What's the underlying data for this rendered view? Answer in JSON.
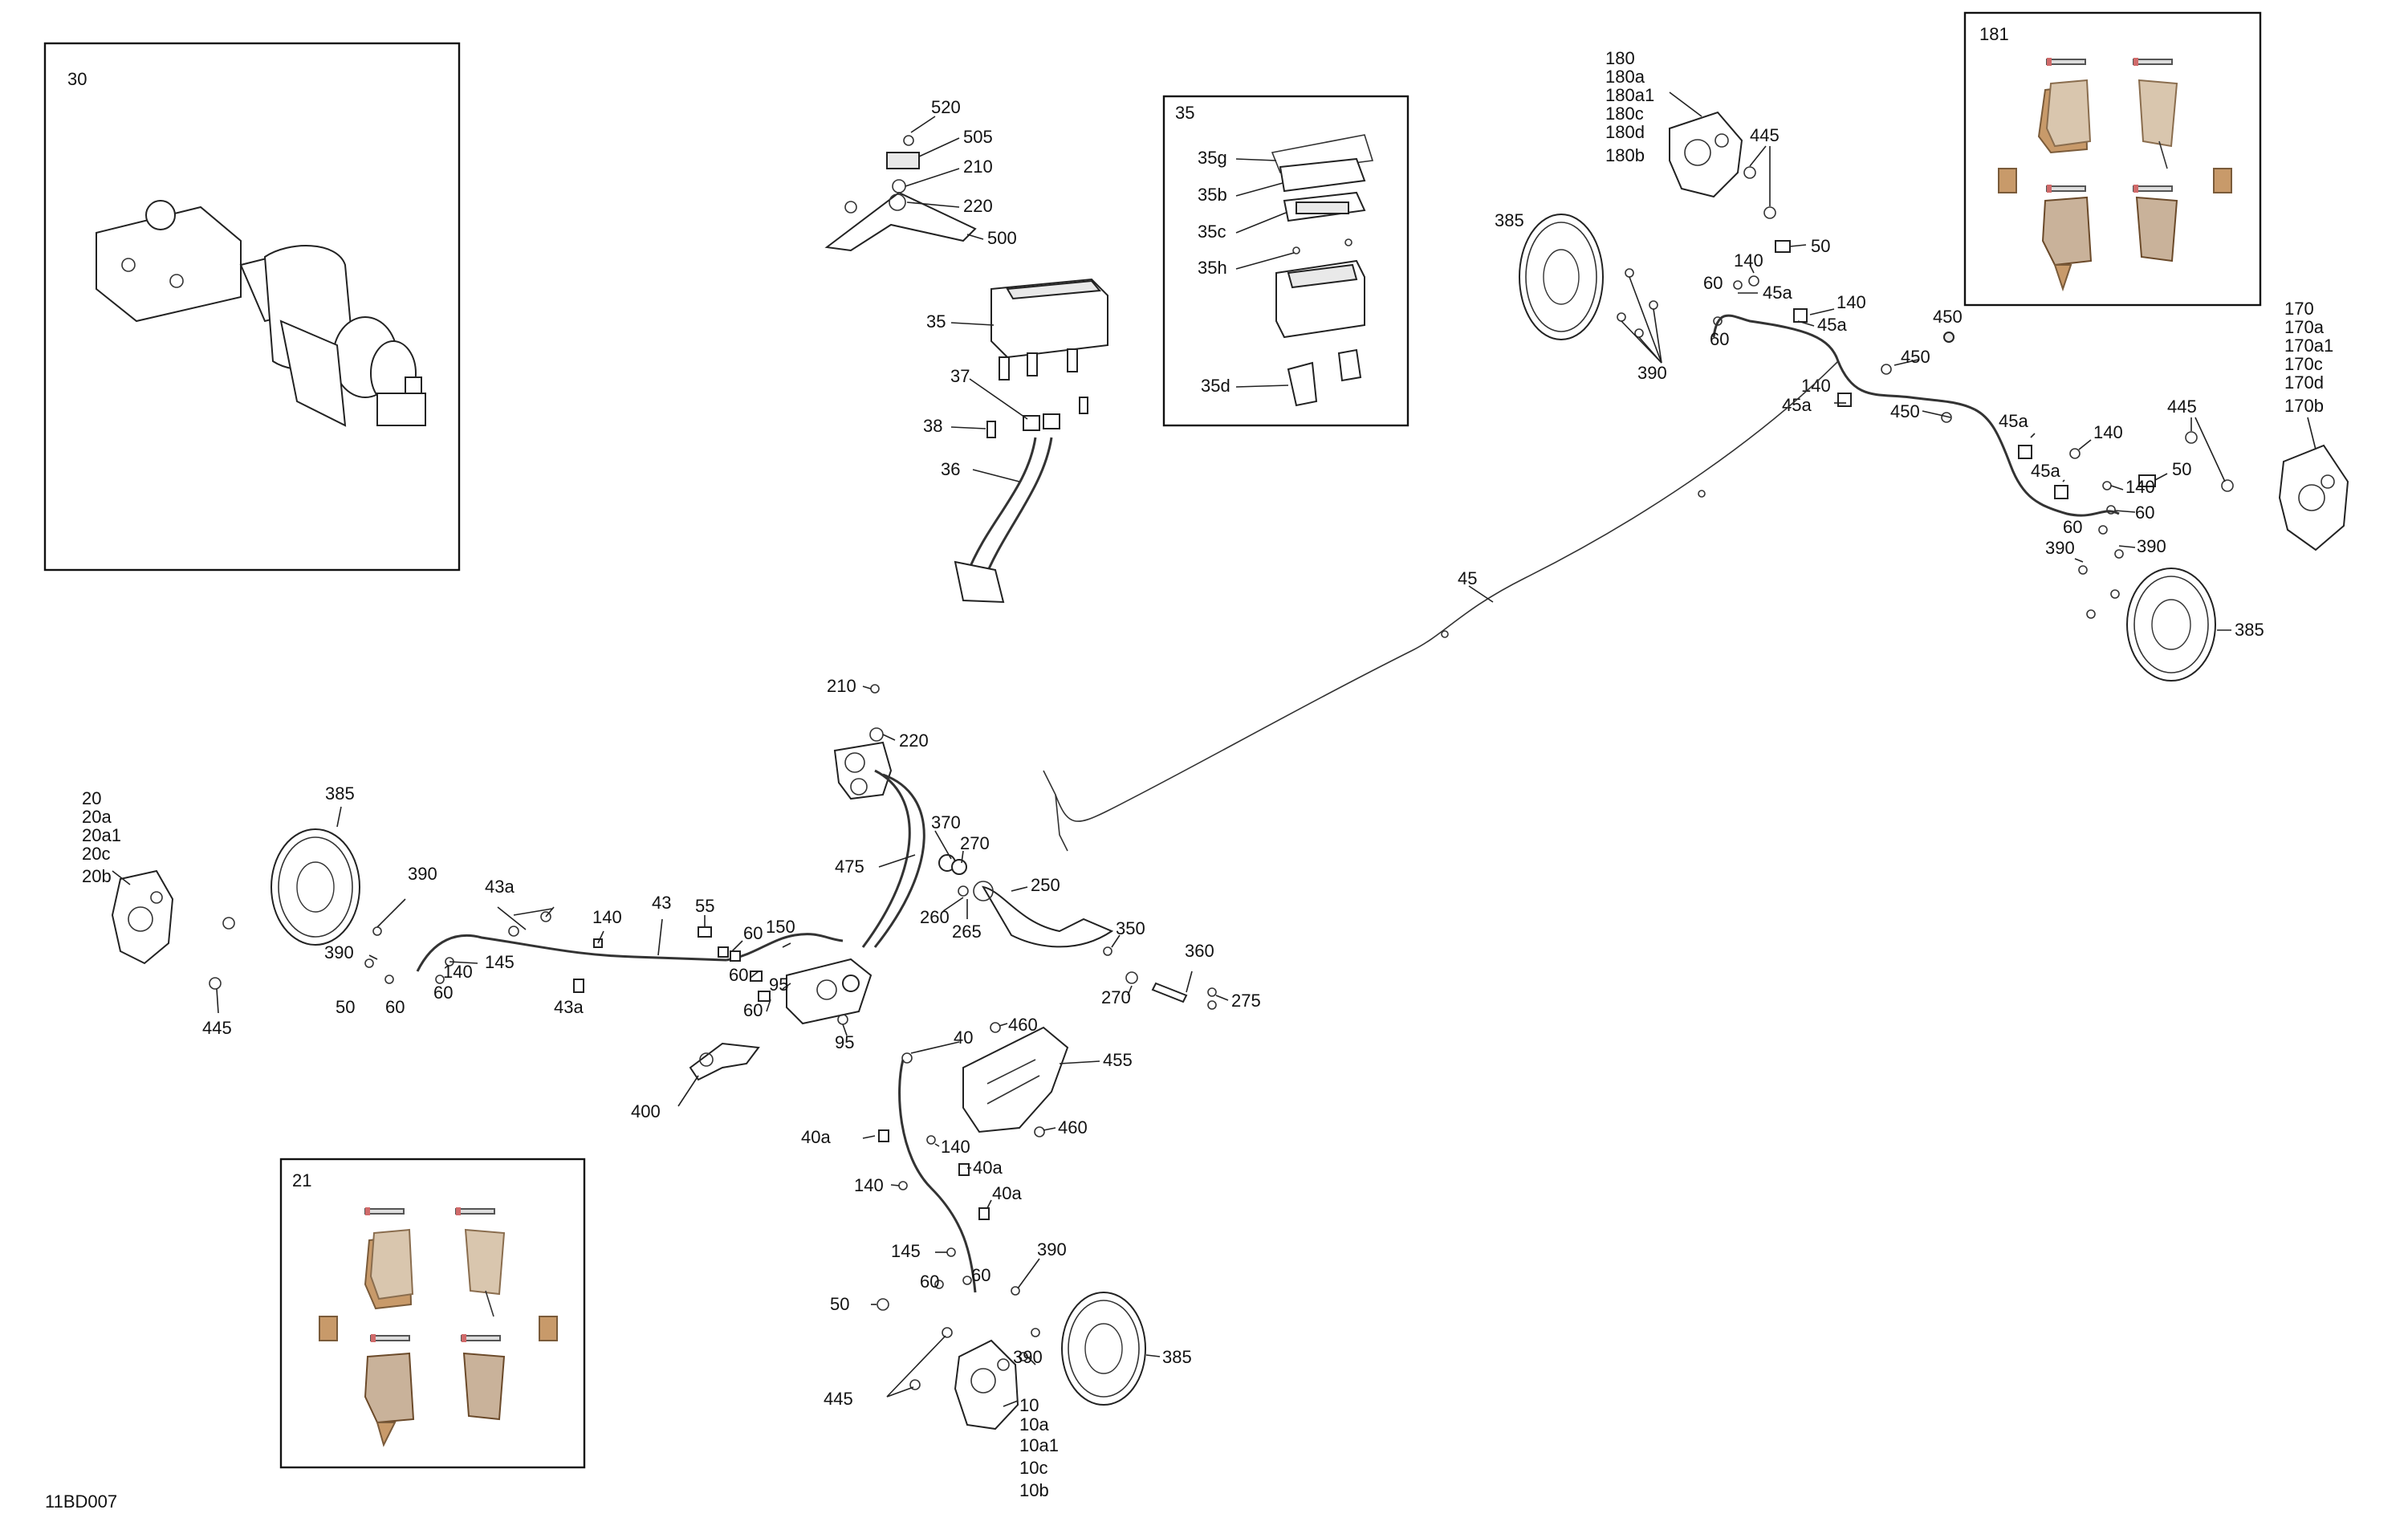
{
  "figure_code": "11BD007",
  "labels": {
    "l30": "30",
    "l520": "520",
    "l505": "505",
    "l210a": "210",
    "l220a": "220",
    "l500": "500",
    "l35box": "35",
    "l35g": "35g",
    "l35b": "35b",
    "l35c": "35c",
    "l35h": "35h",
    "l35d": "35d",
    "l35": "35",
    "l37": "37",
    "l38": "38",
    "l36": "36",
    "l180": "180",
    "l180a": "180a",
    "l180a1": "180a1",
    "l180c": "180c",
    "l180d": "180d",
    "l180b": "180b",
    "l445a": "445",
    "l385a": "385",
    "l140a": "140",
    "l50a": "50",
    "l60a": "60",
    "l45aa": "45a",
    "l140b": "140",
    "l45ab": "45a",
    "l60b": "60",
    "l390a": "390",
    "l140c": "140",
    "l45ac": "45a",
    "l450a": "450",
    "l450b": "450",
    "l450c": "450",
    "l181": "181",
    "l170": "170",
    "l170a": "170a",
    "l170a1": "170a1",
    "l170c": "170c",
    "l170d": "170d",
    "l170b": "170b",
    "l45ad": "45a",
    "l140d": "140",
    "l445b": "445",
    "l45ae": "45a",
    "l50b": "50",
    "l140e": "140",
    "l60c": "60",
    "l60d": "60",
    "l390b": "390",
    "l390c": "390",
    "l385b": "385",
    "l45": "45",
    "l210b": "210",
    "l220b": "220",
    "l20": "20",
    "l20a": "20a",
    "l20a1": "20a1",
    "l20c": "20c",
    "l20b": "20b",
    "l385c": "385",
    "l390d": "390",
    "l43a": "43a",
    "l140f": "140",
    "l43": "43",
    "l55": "55",
    "l60e": "60",
    "l150": "150",
    "l390e": "390",
    "l145a": "145",
    "l140g": "140",
    "l60f": "60",
    "l50c": "50",
    "l60g": "60",
    "l60h": "60",
    "l43ab": "43a",
    "l95a": "95",
    "l60i": "60",
    "l445c": "445",
    "l95b": "95",
    "l370": "370",
    "l270a": "270",
    "l475": "475",
    "l260": "260",
    "l265": "265",
    "l250": "250",
    "l350": "350",
    "l360": "360",
    "l270b": "270",
    "l275": "275",
    "l40": "40",
    "l460a": "460",
    "l455": "455",
    "l400": "400",
    "l460b": "460",
    "l40a": "40a",
    "l140h": "140",
    "l40ab": "40a",
    "l140i": "140",
    "l40ac": "40a",
    "l145b": "145",
    "l390f": "390",
    "l60j": "60",
    "l60k": "60",
    "l50d": "50",
    "l445d": "445",
    "l390g": "390",
    "l385d": "385",
    "l10": "10",
    "l10a": "10a",
    "l10a1": "10a1",
    "l10c": "10c",
    "l10b": "10b",
    "l21": "21"
  }
}
